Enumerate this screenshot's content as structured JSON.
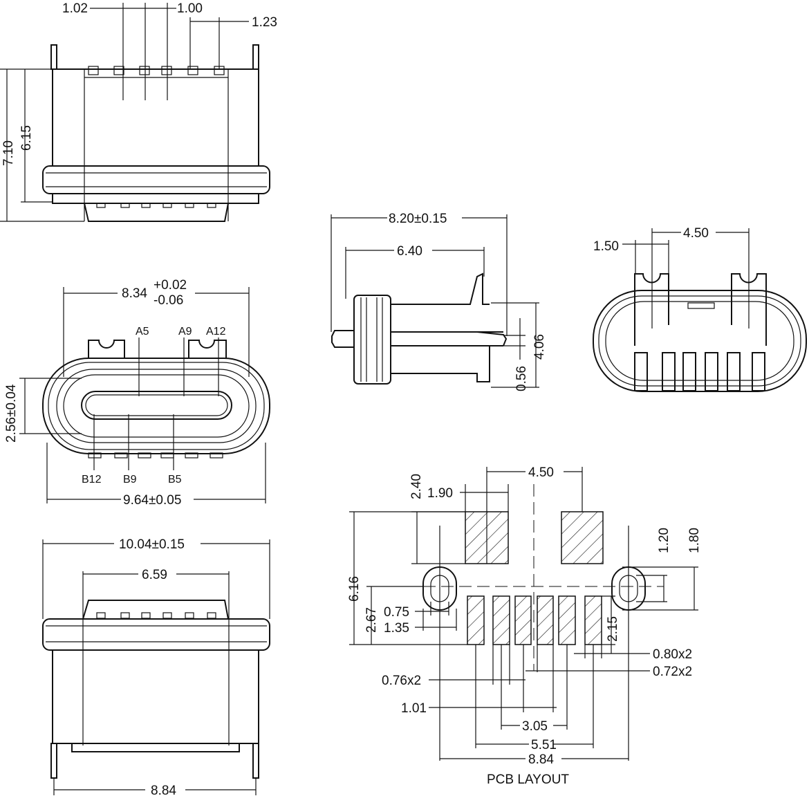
{
  "title": "USB Type-C waterproof connector drawing",
  "top_view": {
    "d1": "1.02",
    "d2": "1.00",
    "d3": "1.23",
    "height_total": "7.10",
    "height_body": "6.15"
  },
  "front_view": {
    "width_main": "8.34",
    "tol_plus": "+0.02",
    "tol_minus": "-0.06",
    "pin_a5": "A5",
    "pin_a9": "A9",
    "pin_a12": "A12",
    "pin_b12": "B12",
    "pin_b9": "B9",
    "pin_b5": "B5",
    "slot_height": "2.56±0.04",
    "outer_width": "9.64±0.05"
  },
  "bottom_view": {
    "flange_width": "10.04±0.15",
    "inner_width": "6.59",
    "pin_span": "8.84"
  },
  "side_view": {
    "length": "8.20±0.15",
    "inner_length": "6.40",
    "height": "4.06",
    "offset": "0.56"
  },
  "rear_view": {
    "tab_spacing": "4.50",
    "tab_width": "1.50"
  },
  "pcb_layout": {
    "title": "PCB LAYOUT",
    "big_pad_spacing": "4.50",
    "big_pad_height": "2.40",
    "big_pad_width": "1.90",
    "total_height": "6.16",
    "hole_inner": "1.20",
    "hole_outer": "1.80",
    "row_height": "2.67",
    "hole_width": "0.75",
    "hole_width_outer": "1.35",
    "pad_height": "2.15",
    "pad_a": "0.80x2",
    "pad_b": "0.72x2",
    "pad_c": "0.76x2",
    "pitch": "1.01",
    "span_inner": "3.05",
    "span_mid": "5.51",
    "span_total": "8.84"
  }
}
